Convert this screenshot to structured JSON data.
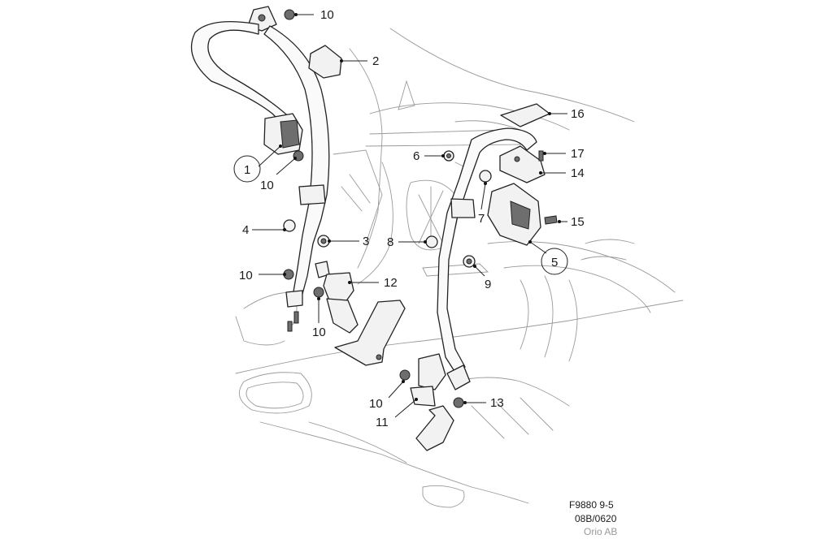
{
  "footer": {
    "code": "F9880 9-5",
    "date": "08B/0620",
    "owner": "Orio AB"
  },
  "callouts": [
    "10",
    "2",
    "1",
    "10",
    "4",
    "3",
    "10",
    "12",
    "10",
    "6",
    "8",
    "7",
    "9",
    "16",
    "17",
    "14",
    "15",
    "5",
    "10",
    "11",
    "13"
  ],
  "circled_callouts": [
    "1",
    "5"
  ],
  "colors": {
    "line": "#222222",
    "body": "#9a9a9a",
    "background": "#ffffff"
  }
}
